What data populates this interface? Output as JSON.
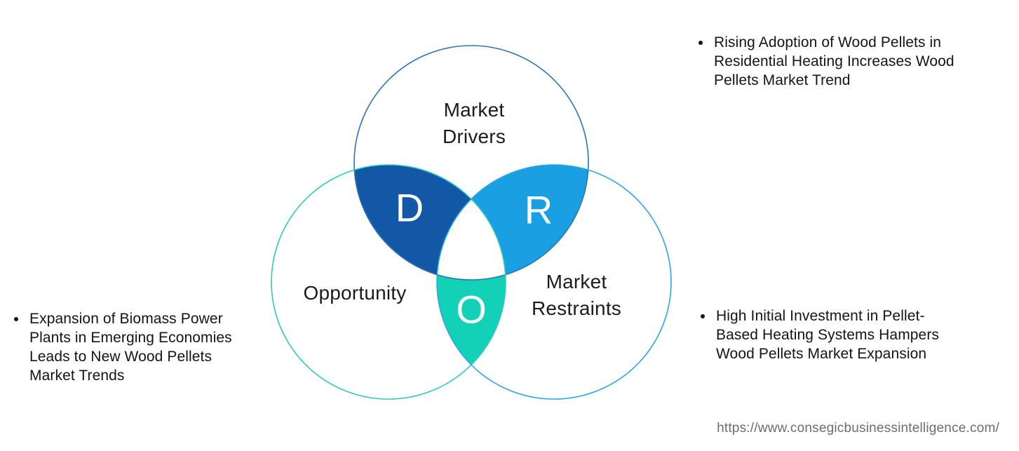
{
  "diagram": {
    "center_color": "#FFFFFF",
    "circles": {
      "drivers": {
        "label_lines": [
          "Market",
          "Drivers"
        ],
        "stroke_color": "#2E74B5"
      },
      "opportunity": {
        "label_lines": [
          "Opportunity"
        ],
        "stroke_color": "#31C9BB"
      },
      "restraints": {
        "label_lines": [
          "Market",
          "Restraints"
        ],
        "stroke_color": "#2BA7E2"
      }
    },
    "regions": {
      "d": {
        "letter": "D",
        "color": "#1358A6"
      },
      "r": {
        "letter": "R",
        "color": "#1A9FE3"
      },
      "o": {
        "letter": "O",
        "color": "#13D1B6"
      }
    }
  },
  "bullets": {
    "top_right": {
      "lines": [
        "Rising Adoption of Wood Pellets in",
        "Residential Heating Increases Wood",
        "Pellets Market Trend"
      ]
    },
    "bottom_left": {
      "lines": [
        "Expansion of Biomass Power",
        "Plants in Emerging Economies",
        "Leads to New Wood Pellets",
        "Market Trends"
      ]
    },
    "bottom_right": {
      "lines": [
        "High Initial Investment in Pellet-",
        "Based Heating Systems Hampers",
        "Wood Pellets Market Expansion"
      ]
    }
  },
  "footer": {
    "url": "https://www.consegicbusinessintelligence.com/"
  },
  "colors": {
    "label_text": "#1C1C1C",
    "bullet_text": "#141414",
    "letter_text": "#FFFFFF",
    "url_text": "#6D6D6D"
  }
}
